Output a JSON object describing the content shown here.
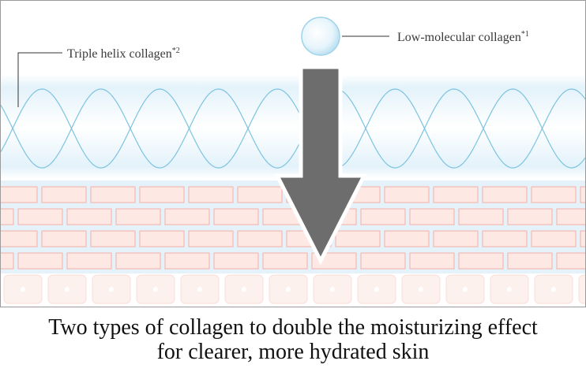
{
  "labels": {
    "triple_helix": {
      "text": "Triple helix collagen",
      "note": "*2"
    },
    "low_molecular": {
      "text": "Low-molecular collagen",
      "note": "*1"
    }
  },
  "caption": {
    "line1": "Two types of collagen to double the moisturizing effect",
    "line2": "for clearer, more hydrated skin"
  },
  "colors": {
    "helix_band": "#dbeef8",
    "helix_stroke": "#7cc3e0",
    "brick_fill": "#fde8e4",
    "brick_stroke": "#f2b0a6",
    "mortar": "#d8ecf7",
    "cell_fill": "#fdf1ee",
    "arrow": "#6d6d6d",
    "leader_line": "#333333"
  }
}
